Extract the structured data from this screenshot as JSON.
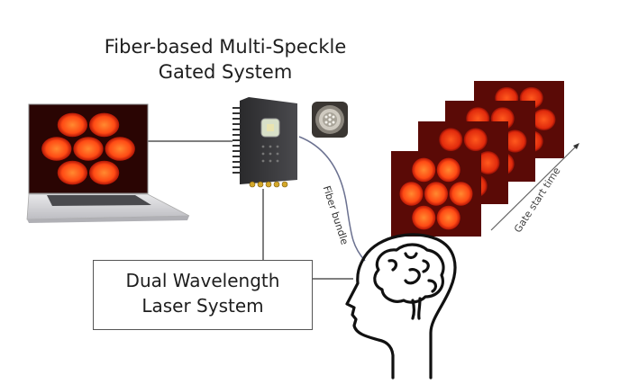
{
  "diagram": {
    "title_line1": "Fiber-based Multi-Speckle",
    "title_line2": "Gated  System",
    "laser_box": {
      "line1": "Dual Wavelength",
      "line2": "Laser System"
    },
    "fiber_label": "Fiber bundle",
    "gate_axis_label": "Gate start time",
    "speckle_frame_count": 4,
    "speckle_spots_per_frame": 7,
    "colors": {
      "speckle_bg": "#5a0a06",
      "speckle_spot": "#ff3a12",
      "speckle_core": "#ff7a2a",
      "line": "#555555",
      "fiber": "#6b7190"
    },
    "components": [
      {
        "name": "laptop",
        "icon": "laptop-icon"
      },
      {
        "name": "gated-detector",
        "icon": "detector-box-icon"
      },
      {
        "name": "fiber-connector",
        "icon": "fiber-connector-icon"
      },
      {
        "name": "head-brain",
        "icon": "head-brain-icon"
      }
    ]
  }
}
